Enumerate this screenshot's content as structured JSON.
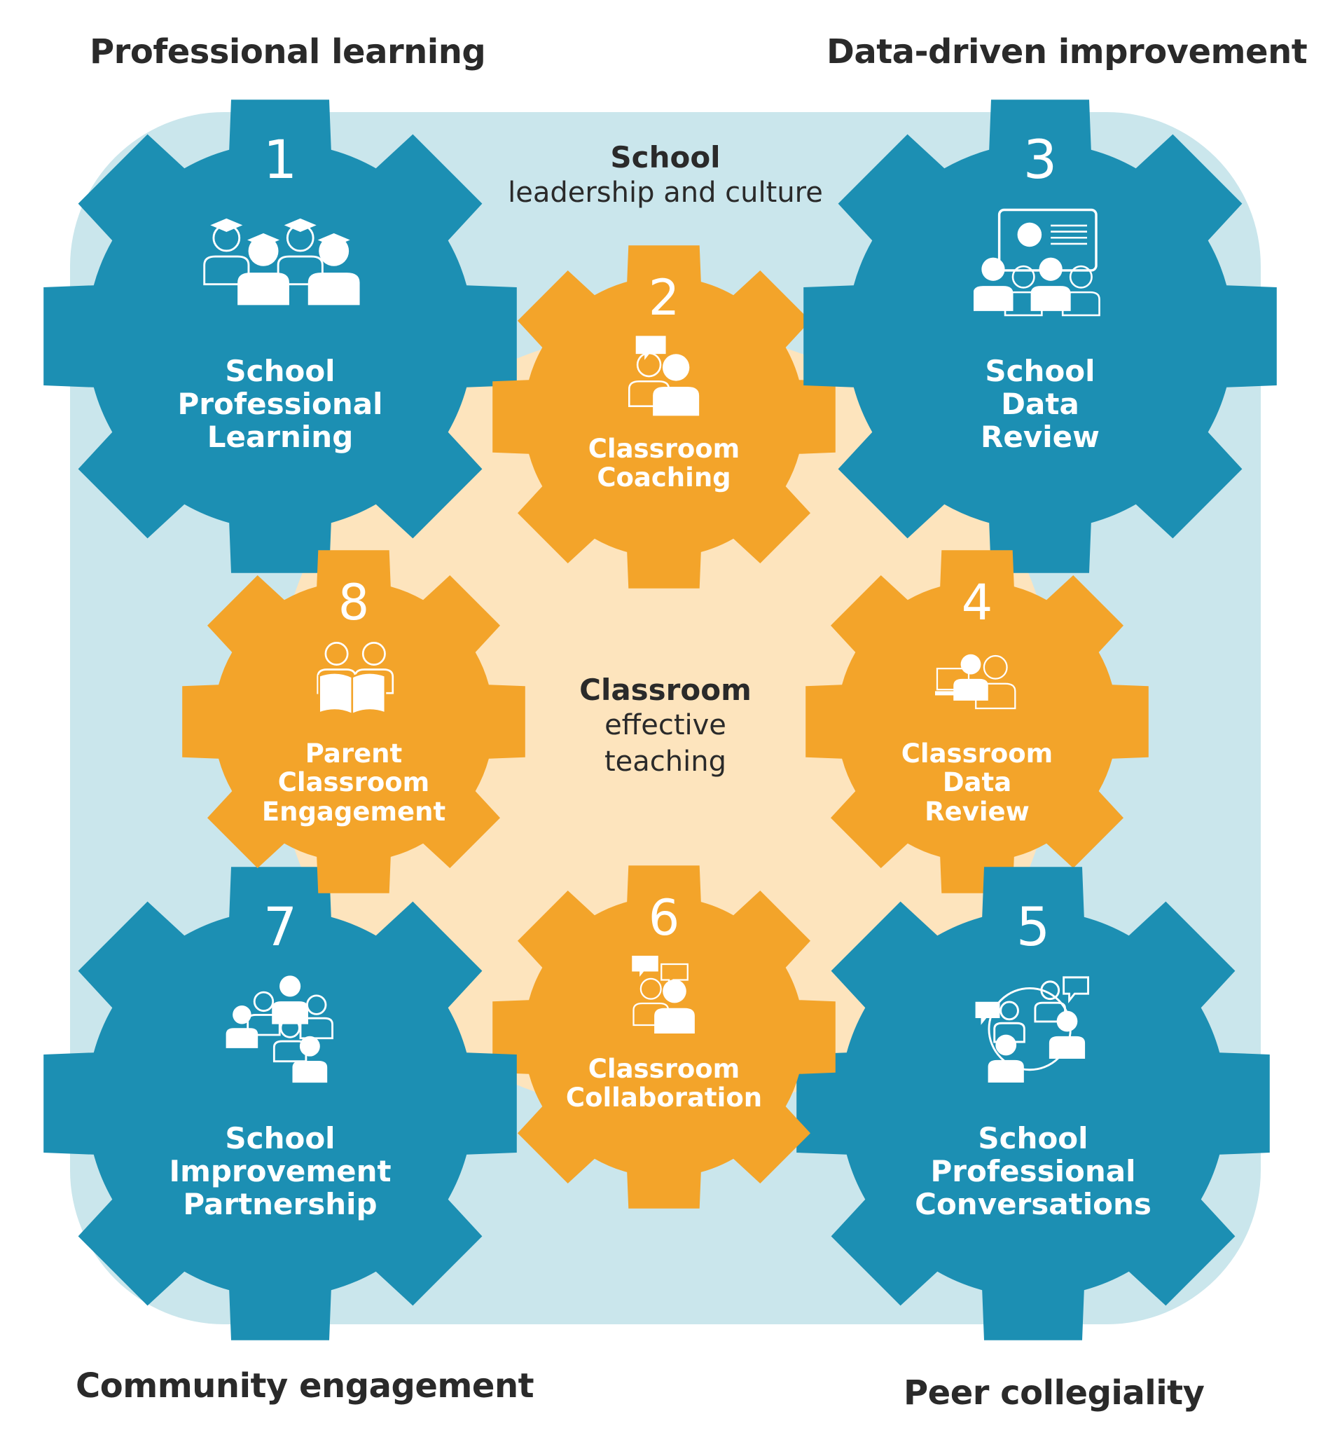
{
  "corner_labels": {
    "top_left": "Professional learning",
    "top_right": "Data-driven improvement",
    "bottom_left": "Community engagement",
    "bottom_right": "Peer collegiality"
  },
  "outer_zone": {
    "title": "School",
    "subtitle": "leadership and culture"
  },
  "inner_zone": {
    "title": "Classroom",
    "subtitle_lines": [
      "effective",
      "teaching"
    ]
  },
  "colors": {
    "school_gear": "#1c8fb3",
    "classroom_gear": "#f3a42a",
    "outer_zone_fill": "#cae6ec",
    "inner_zone_fill": "#fde4bd",
    "text_dark": "#2a2a2a",
    "gear_text": "#ffffff"
  },
  "gears": [
    {
      "number": "1",
      "label_lines": [
        "School",
        "Professional",
        "Learning"
      ],
      "icon": "graduates-icon",
      "kind": "school"
    },
    {
      "number": "2",
      "label_lines": [
        "Classroom",
        "Coaching"
      ],
      "icon": "coaching-icon",
      "kind": "classroom"
    },
    {
      "number": "3",
      "label_lines": [
        "School",
        "Data",
        "Review"
      ],
      "icon": "data-presentation-icon",
      "kind": "school"
    },
    {
      "number": "4",
      "label_lines": [
        "Classroom",
        "Data",
        "Review"
      ],
      "icon": "laptop-pair-icon",
      "kind": "classroom"
    },
    {
      "number": "5",
      "label_lines": [
        "School",
        "Professional",
        "Conversations"
      ],
      "icon": "conversation-network-icon",
      "kind": "school"
    },
    {
      "number": "6",
      "label_lines": [
        "Classroom",
        "Collaboration"
      ],
      "icon": "collaboration-icon",
      "kind": "classroom"
    },
    {
      "number": "7",
      "label_lines": [
        "School",
        "Improvement",
        "Partnership"
      ],
      "icon": "community-group-icon",
      "kind": "school"
    },
    {
      "number": "8",
      "label_lines": [
        "Parent",
        "Classroom",
        "Engagement"
      ],
      "icon": "parent-reading-icon",
      "kind": "classroom"
    }
  ]
}
